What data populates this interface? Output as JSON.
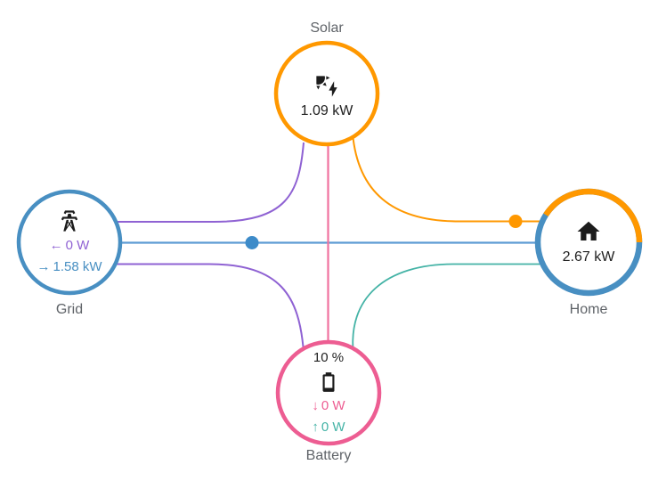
{
  "colors": {
    "solar": "#ff9800",
    "grid_consumption": "#488fc2",
    "grid_return": "#8f62d3",
    "battery_charge": "#ed5d92",
    "battery_discharge": "#44b3a6",
    "value_text": "#212121",
    "label_text": "#5f6368"
  },
  "nodes": {
    "solar": {
      "label": "Solar",
      "value": "1.09 kW",
      "icon": "solar-power-icon"
    },
    "grid": {
      "label": "Grid",
      "to_grid": {
        "arrow": "←",
        "value": "0 W"
      },
      "from_grid": {
        "arrow": "→",
        "value": "1.58 kW"
      },
      "icon": "transmission-tower-icon"
    },
    "home": {
      "label": "Home",
      "value": "2.67 kW",
      "icon": "home-icon",
      "ring": {
        "solar_fraction": 0.41,
        "grid_fraction": 0.59
      }
    },
    "battery": {
      "label": "Battery",
      "state_of_charge": "10 %",
      "charge": {
        "arrow": "↓",
        "value": "0 W"
      },
      "discharge": {
        "arrow": "↑",
        "value": "0 W"
      },
      "icon": "battery-outline-icon"
    }
  },
  "flows": {
    "solar_to_home": {
      "active": true,
      "indicator": "orange-dot"
    },
    "grid_to_home": {
      "active": true,
      "indicator": "blue-dot"
    },
    "solar_to_grid": {
      "active": false
    },
    "grid_to_battery": {
      "active": false
    },
    "solar_to_battery": {
      "active": false
    },
    "battery_to_home": {
      "active": false
    }
  }
}
